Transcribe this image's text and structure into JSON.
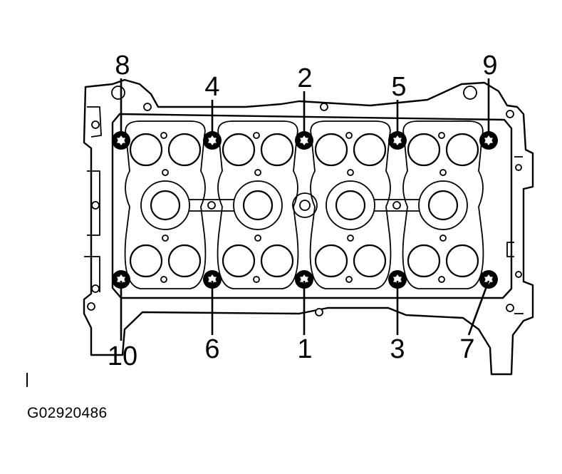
{
  "figure": {
    "code": "G02920486",
    "bolts": [
      {
        "label": "8"
      },
      {
        "label": "4"
      },
      {
        "label": "2"
      },
      {
        "label": "5"
      },
      {
        "label": "9"
      },
      {
        "label": "10"
      },
      {
        "label": "6"
      },
      {
        "label": "1"
      },
      {
        "label": "3"
      },
      {
        "label": "7"
      }
    ]
  }
}
